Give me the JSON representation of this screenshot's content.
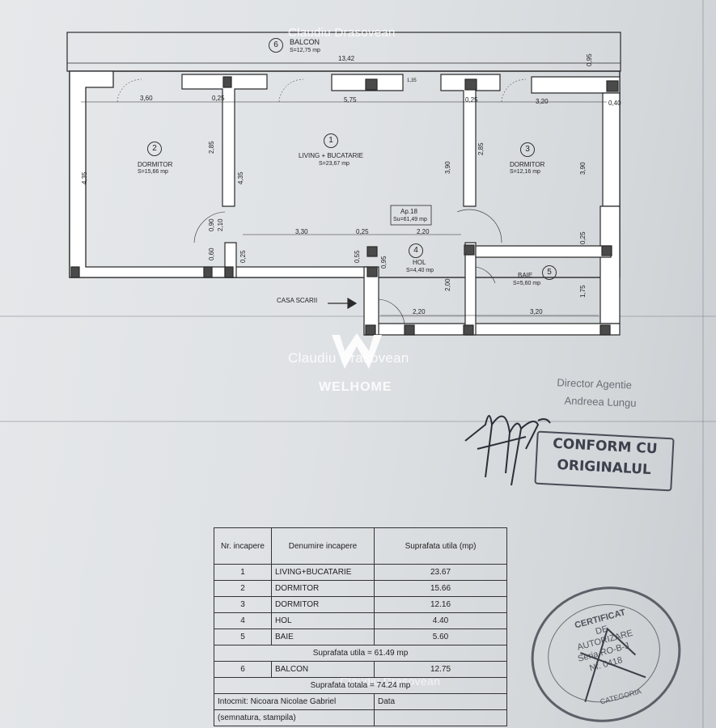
{
  "plan": {
    "balcony": {
      "number": "6",
      "name": "BALCON",
      "area": "S=12,75 mp"
    },
    "dims": {
      "top_total": "13,42",
      "d_360": "3,60",
      "d_025a": "0,25",
      "d_575": "5,75",
      "d_025b": "0,25",
      "d_320": "3,20",
      "d_330": "3,30",
      "d_025c": "0,25",
      "d_220a": "2,20",
      "d_220b": "2,20",
      "d_320b": "3,20",
      "d_135": "1,35",
      "d_040": "0,40",
      "d_095": "0,95",
      "v_435": "4,35",
      "v_285": "2,85",
      "v_435b": "4,35",
      "v_390": "3,90",
      "v_285b": "2,85",
      "v_390b": "3,90",
      "v_090": "0,90",
      "v_210": "2,10",
      "v_060": "0,60",
      "v_025": "0,25",
      "v_055": "0,55",
      "v_095": "0,95",
      "v_200": "2,00",
      "v_175": "1,75",
      "v_025b": "0,25"
    },
    "rooms": [
      {
        "number": "1",
        "name": "LIVING + BUCATARIE",
        "area": "S=23,67 mp"
      },
      {
        "number": "2",
        "name": "DORMITOR",
        "area": "S=15,66 mp"
      },
      {
        "number": "3",
        "name": "DORMITOR",
        "area": "S=12,16 mp"
      },
      {
        "number": "4",
        "name": "HOL",
        "area": "S=4,40 mp"
      },
      {
        "number": "5",
        "name": "BAIE",
        "area": "S=5,60 mp"
      }
    ],
    "apartment": {
      "label": "Ap.18",
      "area": "Su=61,49 mp"
    },
    "stairs_label": "CASA SCARII"
  },
  "watermark": {
    "name": "Claudiu Drasovean",
    "brand": "WELHOME"
  },
  "agent": {
    "line1": "Director Agentie",
    "line2": "Andreea Lungu"
  },
  "stamp": {
    "line1": "CONFORM CU",
    "line2": "ORIGINALUL"
  },
  "round_stamp": {
    "line1": "CERTIFICAT",
    "line2": "DE",
    "line3": "AUTORIZARE",
    "line4": "Seria RO-B-J",
    "line5": "Nr. 0418",
    "line6": "CATEGORIA"
  },
  "table": {
    "headers": [
      "Nr. incapere",
      "Denumire incapere",
      "Suprafata utila (mp)"
    ],
    "rows": [
      [
        "1",
        "LIVING+BUCATARIE",
        "23.67"
      ],
      [
        "2",
        "DORMITOR",
        "15.66"
      ],
      [
        "3",
        "DORMITOR",
        "12.16"
      ],
      [
        "4",
        "HOL",
        "4.40"
      ],
      [
        "5",
        "BAIE",
        "5.60"
      ]
    ],
    "subtotal": "Suprafata utila = 61.49 mp",
    "balcony_row": [
      "6",
      "BALCON",
      "12.75"
    ],
    "total": "Suprafata totala = 74.24 mp",
    "author_label": "Intocmit: Nicoara Nicolae Gabriel",
    "date_label": "Data",
    "signature_label": "(semnatura, stampila)"
  },
  "colors": {
    "paper": "#e3e5e8",
    "ink": "#2a2a2a",
    "wall_fill": "#ffffff"
  }
}
